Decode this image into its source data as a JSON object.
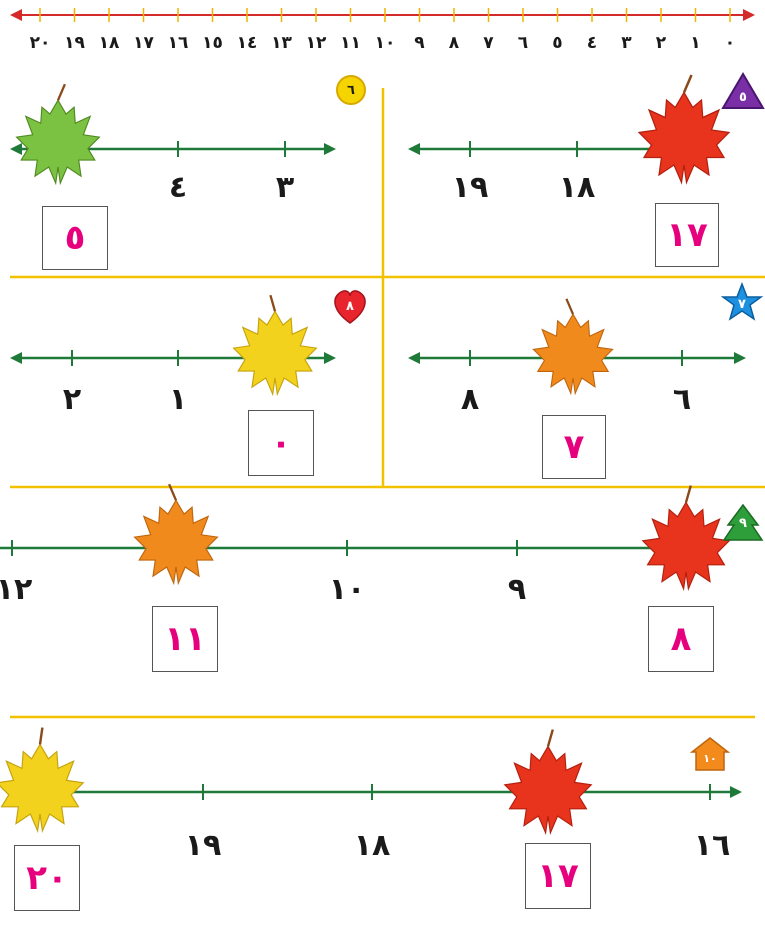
{
  "top_line": {
    "labels": [
      "٠",
      "١",
      "٢",
      "٣",
      "٤",
      "٥",
      "٦",
      "٧",
      "٨",
      "٩",
      "١٠",
      "١١",
      "١٢",
      "١٣",
      "١٤",
      "١٥",
      "١٦",
      "١٧",
      "١٨",
      "١٩",
      "٢٠"
    ]
  },
  "exercises": [
    {
      "number": "٥",
      "tick_labels": [
        "١٩",
        "١٨"
      ],
      "answer": "١٧"
    },
    {
      "number": "٦",
      "tick_labels": [
        "٤",
        "٣"
      ],
      "answer": "٥"
    },
    {
      "number": "٧",
      "tick_labels": [
        "٨",
        "٦"
      ],
      "answer": "٧"
    },
    {
      "number": "٨",
      "tick_labels": [
        "٢",
        "١"
      ],
      "answer": "٠"
    },
    {
      "number": "٩",
      "tick_labels": [
        "١٢",
        "١٠",
        "٩"
      ],
      "answer_left": "١١",
      "answer_right": "٨"
    },
    {
      "number": "١٠",
      "tick_labels": [
        "١٩",
        "١٨",
        "١٦"
      ],
      "answer_left": "٢٠",
      "answer_right": "١٧"
    }
  ],
  "colors": {
    "top_line": "#d42a2a",
    "top_ticks": "#f0b400",
    "number_line": "#1f7a3a",
    "divider": "#f2c200",
    "answer_text": "#e6007e",
    "leaf_red": "#e8341c",
    "leaf_orange": "#f08a1c",
    "leaf_green": "#7cc242",
    "leaf_yellow": "#f2d21c"
  }
}
